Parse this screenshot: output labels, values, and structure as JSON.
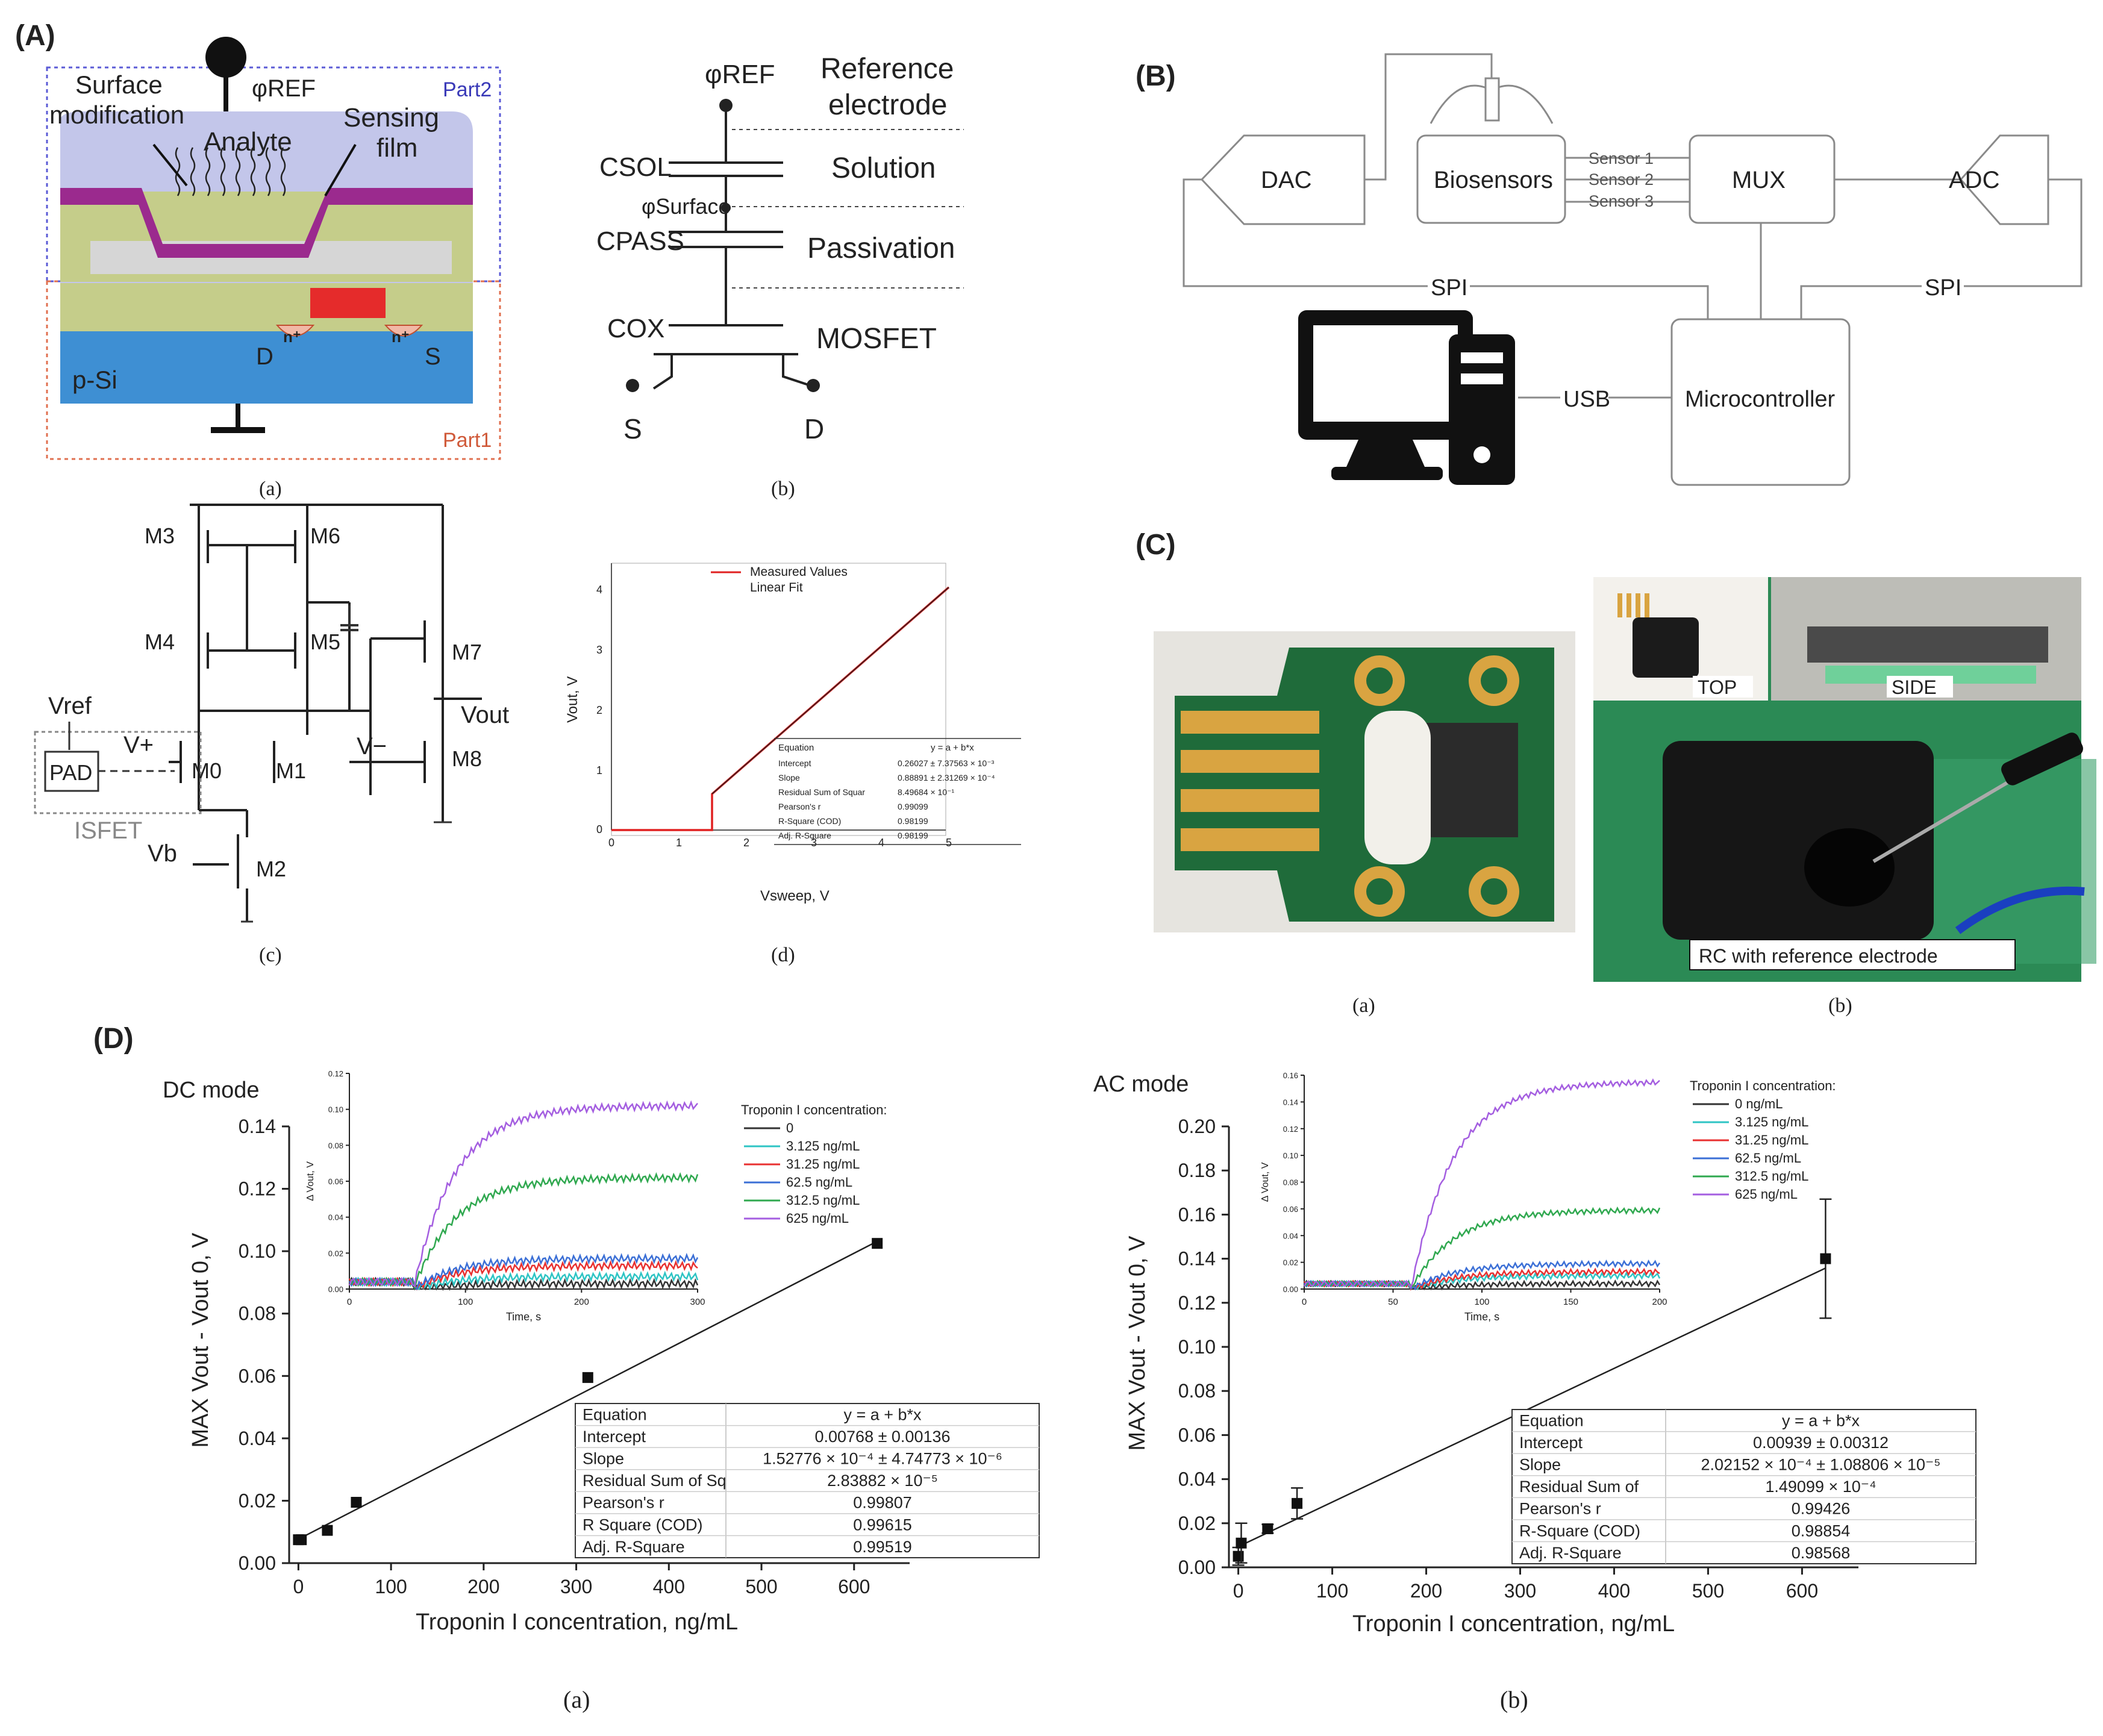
{
  "panels": {
    "A": "(A)",
    "B": "(B)",
    "C": "(C)",
    "D": "(D)",
    "sub_a": "(a)",
    "sub_b": "(b)",
    "sub_c": "(c)",
    "sub_d": "(d)"
  },
  "panelA": {
    "isfet_cross": {
      "phi_ref": "φREF",
      "surface_modification": [
        "Surface",
        "modification"
      ],
      "analyte": "Analyte",
      "sensing_film": [
        "Sensing",
        "film"
      ],
      "part2": "Part2",
      "part1": "Part1",
      "p_si": "p-Si",
      "d": "D",
      "s": "S",
      "n_plus": "n⁺"
    },
    "capacitor_model": {
      "phi_ref": "φREF",
      "reference_electrode": [
        "Reference",
        "electrode"
      ],
      "c_sol": "CSOL",
      "solution": "Solution",
      "phi_surface": "φSurface",
      "c_pass": "CPASS",
      "passivation": "Passivation",
      "c_ox": "COX",
      "mosfet": "MOSFET",
      "s": "S",
      "d": "D"
    },
    "circuit": {
      "m3": "M3",
      "m6": "M6",
      "m4": "M4",
      "m5": "M5",
      "m7": "M7",
      "m8": "M8",
      "m0": "M0",
      "m1": "M1",
      "m2": "M2",
      "vref": "Vref",
      "vplus": "V+",
      "vminus": "V−",
      "vout": "Vout",
      "vb": "Vb",
      "pad": "PAD",
      "isfet": "ISFET"
    },
    "transfer": {
      "legend": [
        "Measured Values",
        "Linear Fit"
      ],
      "xlabel": "Vsweep, V",
      "ylabel": "Vout, V",
      "table_header": [
        "Equation",
        "y = a + b*x"
      ],
      "table_rows": [
        [
          "Intercept",
          "0.26027 ± 7.37563 × 10⁻³"
        ],
        [
          "Slope",
          "0.88891 ± 2.31269 × 10⁻⁴"
        ],
        [
          "Residual Sum of Squar",
          "8.49684 × 10⁻¹"
        ],
        [
          "Pearson's r",
          "0.99099"
        ],
        [
          "R-Square (COD)",
          "0.98199"
        ],
        [
          "Adj. R-Square",
          "0.98199"
        ]
      ]
    }
  },
  "panelB": {
    "dac": "DAC",
    "biosensors": "Biosensors",
    "mux": "MUX",
    "adc": "ADC",
    "sensor1": "Sensor 1",
    "sensor2": "Sensor 2",
    "sensor3": "Sensor 3",
    "spi_left": "SPI",
    "spi_right": "SPI",
    "usb": "USB",
    "microcontroller": "Microcontroller"
  },
  "panelC": {
    "top": "TOP",
    "side": "SIDE",
    "rc_caption": "RC with reference electrode"
  },
  "colors": {
    "series": [
      "#333333",
      "#2ec4c4",
      "#e83030",
      "#3b6fd6",
      "#2fa84f",
      "#a45ee0"
    ],
    "pcb_green": "#1f6b3a",
    "gold": "#d9a441",
    "fit_red": "#e02020"
  },
  "chart_data": [
    {
      "type": "scatter",
      "title": "DC mode",
      "xlabel": "Troponin I concentration, ng/mL",
      "ylabel": "MAX Vout - Vout 0, V",
      "xlim": [
        -10,
        660
      ],
      "ylim": [
        0,
        0.14
      ],
      "xticks": [
        "0",
        "100",
        "200",
        "300",
        "400",
        "500",
        "600"
      ],
      "yticks": [
        "0.00",
        "0.02",
        "0.04",
        "0.06",
        "0.08",
        "0.10",
        "0.12",
        "0.14"
      ],
      "x": [
        0,
        3.125,
        31.25,
        62.5,
        312.5,
        625
      ],
      "y": [
        0.0075,
        0.0075,
        0.0105,
        0.0195,
        0.0595,
        0.1025
      ],
      "fit": {
        "intercept": 0.00768,
        "slope": 0.000152776
      },
      "table": [
        [
          "Equation",
          "y = a + b*x"
        ],
        [
          "Intercept",
          "0.00768 ± 0.00136"
        ],
        [
          "Slope",
          "1.52776 × 10⁻⁴ ± 4.74773 × 10⁻⁶"
        ],
        [
          "Residual Sum of Sq",
          "2.83882 × 10⁻⁵"
        ],
        [
          "Pearson's r",
          "0.99807"
        ],
        [
          "R Square (COD)",
          "0.99615"
        ],
        [
          "Adj. R-Square",
          "0.99519"
        ]
      ],
      "inset": {
        "xlabel": "Time, s",
        "ylabel": "Δ Vout, V",
        "xlim": [
          0,
          300
        ],
        "ylim": [
          0,
          0.12
        ],
        "xticks": [
          "0",
          "100",
          "200",
          "300"
        ],
        "yticks": [
          "0.00",
          "0.02",
          "0.04",
          "0.06",
          "0.08",
          "0.10",
          "0.12"
        ],
        "legend_title": "Troponin I concentration:",
        "series": [
          {
            "name": "0",
            "plateau": 0.003
          },
          {
            "name": "3.125 ng/mL",
            "plateau": 0.007
          },
          {
            "name": "31.25 ng/mL",
            "plateau": 0.013
          },
          {
            "name": "62.5 ng/mL",
            "plateau": 0.017
          },
          {
            "name": "312.5 ng/mL",
            "plateau": 0.062
          },
          {
            "name": "625 ng/mL",
            "plateau": 0.102
          }
        ],
        "onset": 55
      },
      "sublabel": "(a)"
    },
    {
      "type": "scatter",
      "title": "AC mode",
      "xlabel": "Troponin I concentration, ng/mL",
      "ylabel": "MAX Vout - Vout 0, V",
      "xlim": [
        -10,
        660
      ],
      "ylim": [
        0,
        0.2
      ],
      "xticks": [
        "0",
        "100",
        "200",
        "300",
        "400",
        "500",
        "600"
      ],
      "yticks": [
        "0.00",
        "0.02",
        "0.04",
        "0.06",
        "0.08",
        "0.10",
        "0.12",
        "0.14",
        "0.16",
        "0.18",
        "0.20"
      ],
      "x": [
        0,
        3.125,
        31.25,
        62.5,
        312.5,
        625
      ],
      "y": [
        0.005,
        0.011,
        0.0175,
        0.029,
        0.065,
        0.14
      ],
      "err": [
        0.004,
        0.009,
        0.002,
        0.007,
        0.006,
        0.027
      ],
      "fit": {
        "intercept": 0.00939,
        "slope": 0.000202152
      },
      "table": [
        [
          "Equation",
          "y = a + b*x"
        ],
        [
          "Intercept",
          "0.00939 ± 0.00312"
        ],
        [
          "Slope",
          "2.02152 × 10⁻⁴ ± 1.08806 × 10⁻⁵"
        ],
        [
          "Residual Sum of",
          "1.49099 × 10⁻⁴"
        ],
        [
          "Pearson's r",
          "0.99426"
        ],
        [
          "R-Square (COD)",
          "0.98854"
        ],
        [
          "Adj. R-Square",
          "0.98568"
        ]
      ],
      "inset": {
        "xlabel": "Time, s",
        "ylabel": "Δ Vout, V",
        "xlim": [
          0,
          200
        ],
        "ylim": [
          0,
          0.16
        ],
        "xticks": [
          "0",
          "50",
          "100",
          "150",
          "200"
        ],
        "yticks": [
          "0.00",
          "0.02",
          "0.04",
          "0.06",
          "0.08",
          "0.10",
          "0.12",
          "0.14",
          "0.16"
        ],
        "legend_title": "Troponin I concentration:",
        "series": [
          {
            "name": "0 ng/mL",
            "plateau": 0.004
          },
          {
            "name": "3.125 ng/mL",
            "plateau": 0.01
          },
          {
            "name": "31.25 ng/mL",
            "plateau": 0.013
          },
          {
            "name": "62.5 ng/mL",
            "plateau": 0.019
          },
          {
            "name": "312.5 ng/mL",
            "plateau": 0.059
          },
          {
            "name": "625 ng/mL",
            "plateau": 0.155
          }
        ],
        "onset": 60
      },
      "sublabel": "(b)"
    }
  ]
}
